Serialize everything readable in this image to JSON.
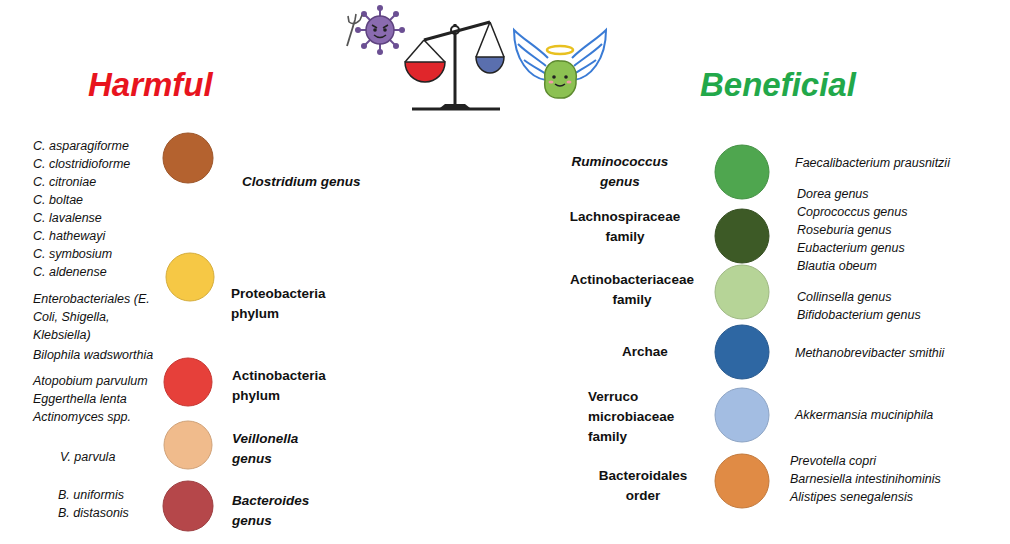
{
  "diagram": {
    "nodes": [
      {
        "text": [
          "Clostridium genus",
          "C. asparagiforme",
          "C. clostridioforme",
          "C. citroniae",
          "C. boltae",
          "C. lavalense",
          "C. hathewayi",
          "C. symbosium",
          "C. aldenense"
        ]
      },
      {
        "text": [
          "Proteobacteria phylum",
          "Enterobacteriales (E. Coli, Shigella, Klebsiella)",
          "Bilophila wadsworthia"
        ]
      },
      {
        "text": [
          "Actinobacteria phylum",
          "Atopobium parvulum",
          "Eggerthella lenta",
          "Actinomyces spp."
        ]
      },
      {
        "text": [
          "Veillonella genus",
          "V. parvula"
        ]
      },
      {
        "text": [
          "Bacteroides genus",
          "B. uniformis",
          "B. distasonis"
        ]
      },
      {
        "text": [
          "Ruminococcus genus",
          "Faecalibacterium prausnitzii"
        ]
      },
      {
        "text": [
          "Lachnospiraceae family",
          "Dorea genus",
          "Coprococcus genus",
          "Roseburia genus",
          "Eubacterium genus",
          "Blautia obeum"
        ]
      },
      {
        "text": [
          "Actinobacteriaceae family",
          "Collinsella genus",
          "Bifidobacterium genus"
        ]
      },
      {
        "text": [
          "Archae",
          "Methanobrevibacter smithii"
        ]
      },
      {
        "text": [
          "Verruco microbiaceae family",
          "Akkermansia muciniphila"
        ]
      },
      {
        "text": [
          "Bacteroidales order",
          "Prevotella copri",
          "Barnesiella intestinihominis",
          "Alistipes senegalensis"
        ]
      }
    ],
    "labels": [
      "Harmful",
      "Beneficial"
    ]
  }
}
